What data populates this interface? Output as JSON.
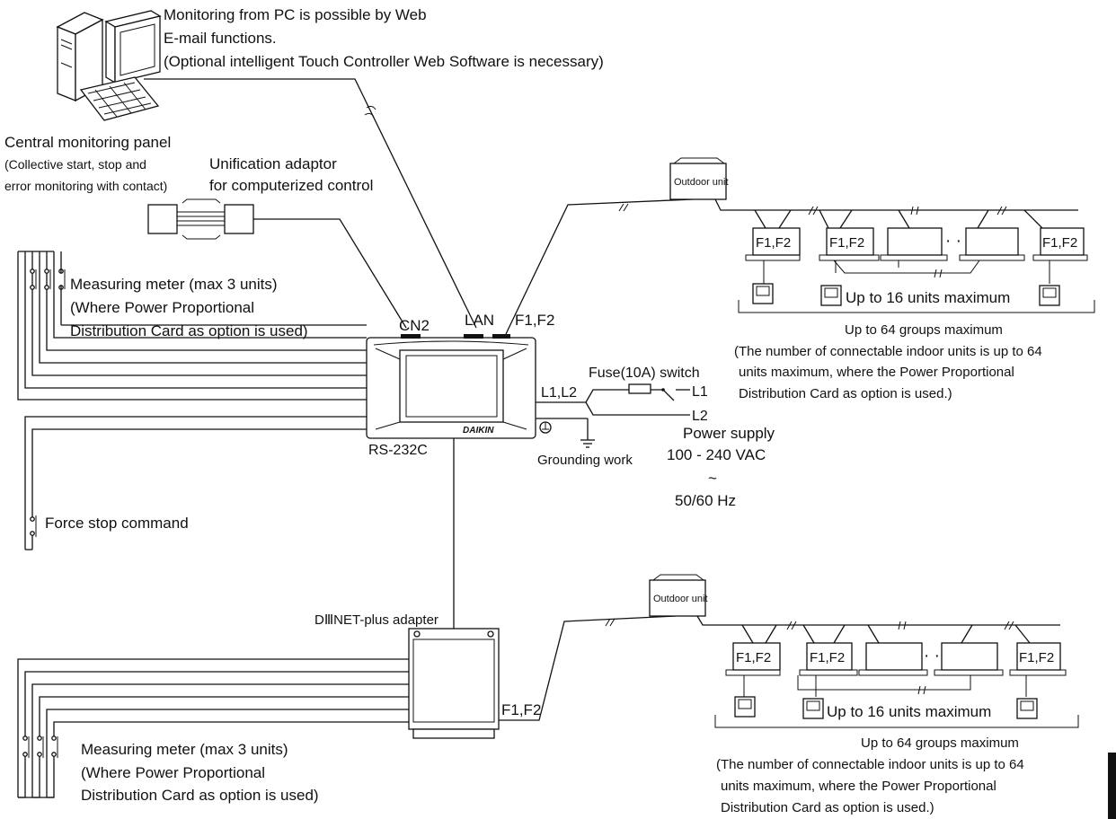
{
  "pc": {
    "line1": "Monitoring from PC is possible by Web",
    "line2": "E-mail functions.",
    "line3": "(Optional intelligent Touch Controller Web Software is necessary)"
  },
  "central_panel": {
    "title": "Central monitoring panel",
    "line2": "(Collective start, stop and",
    "line3": "error monitoring with contact)"
  },
  "unification": {
    "line1": "Unification adaptor",
    "line2": "for computerized control"
  },
  "meter_top": {
    "line1": "Measuring meter (max 3 units)",
    "line2": "(Where Power Proportional",
    "line3": "Distribution Card as option is used)"
  },
  "controller": {
    "cn2": "CN2",
    "lan": "LAN",
    "f1f2": "F1,F2",
    "l1l2": "L1,L2",
    "rs232c": "RS-232C",
    "brand": "DAIKIN"
  },
  "power": {
    "fuse": "Fuse(10A) switch",
    "l1": "L1",
    "l2": "L2",
    "supply": "Power supply",
    "voltage": "100 - 240 VAC",
    "tilde": "~",
    "freq": "50/60 Hz",
    "grounding": "Grounding work"
  },
  "force_stop": "Force stop command",
  "system_top": {
    "outdoor": "Outdoor unit",
    "f1f2": "F1,F2",
    "dots": "·  ·",
    "units_max": "Up to 16 units maximum",
    "groups": "Up to 64 groups maximum",
    "note1": "(The number of connectable indoor units is up to 64",
    "note2": "units maximum, where the Power Proportional",
    "note3": "Distribution Card as option is used.)"
  },
  "adapter": {
    "label": "DⅢNET-plus adapter",
    "f1f2": "F1,F2"
  },
  "system_bottom": {
    "outdoor": "Outdoor unit",
    "f1f2": "F1,F2",
    "dots": "·  ·",
    "units_max": "Up to 16 units maximum",
    "groups": "Up to 64 groups maximum",
    "note1": "(The number of connectable indoor units is up to 64",
    "note2": "units maximum, where the Power Proportional",
    "note3": "Distribution Card as option is used.)"
  },
  "meter_bottom": {
    "line1": "Measuring meter (max 3 units)",
    "line2": "(Where Power Proportional",
    "line3": "Distribution Card as option is used)"
  }
}
